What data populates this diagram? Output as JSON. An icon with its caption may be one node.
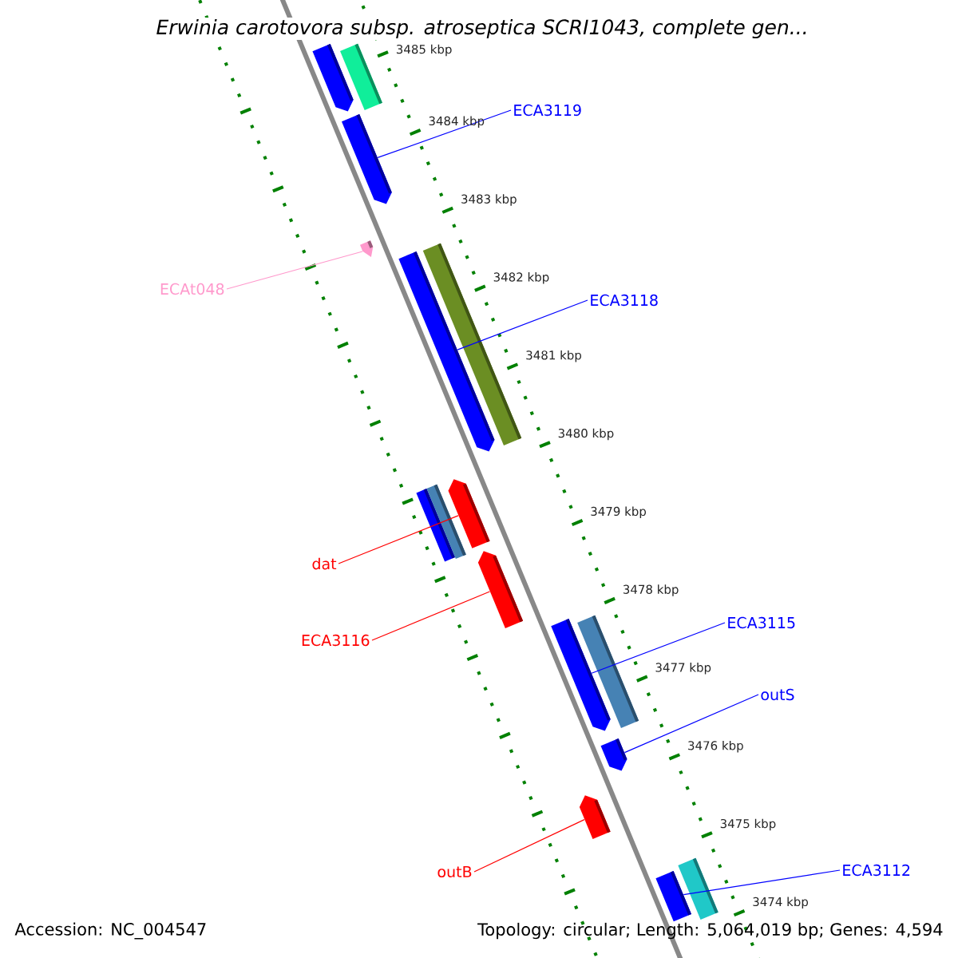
{
  "diagram": {
    "title": "Erwinia carotovora subsp. atroseptica SCRI1043, complete gen...",
    "nodes": [
      {
        "text": [
          "ECA3119"
        ]
      },
      {
        "text": [
          "ECAt048"
        ]
      },
      {
        "text": [
          "ECA3118"
        ]
      },
      {
        "text": [
          "dat"
        ]
      },
      {
        "text": [
          "ECA3116"
        ]
      },
      {
        "text": [
          "ECA3115"
        ]
      },
      {
        "text": [
          "outS"
        ]
      },
      {
        "text": [
          "outB"
        ]
      },
      {
        "text": [
          "ECA3112"
        ]
      },
      {
        "text": [],
        "shape": "arrow"
      },
      {
        "text": [],
        "shape": "bar"
      },
      {
        "text": [],
        "shape": "arrow"
      },
      {
        "text": [],
        "shape": "arrow"
      },
      {
        "text": [],
        "shape": "arrow"
      },
      {
        "text": [],
        "shape": "bar"
      },
      {
        "text": [],
        "shape": "bar"
      },
      {
        "text": [],
        "shape": "bar"
      },
      {
        "text": [],
        "shape": "arrow"
      },
      {
        "text": [],
        "shape": "arrow"
      },
      {
        "text": [],
        "shape": "arrow"
      },
      {
        "text": [],
        "shape": "bar"
      },
      {
        "text": [],
        "shape": "arrow"
      },
      {
        "text": [],
        "shape": "arrow"
      },
      {
        "text": [],
        "shape": "bar"
      },
      {
        "text": [],
        "shape": "bar"
      }
    ],
    "edges": [
      {
        "from": 0,
        "to": 11,
        "arrow": "none"
      },
      {
        "from": 1,
        "to": 12,
        "arrow": "none",
        "color": "#ff99cc"
      },
      {
        "from": 2,
        "to": 13,
        "arrow": "none"
      },
      {
        "from": 3,
        "to": 17,
        "arrow": "none",
        "color": "#ff0000"
      },
      {
        "from": 4,
        "to": 18,
        "arrow": "none",
        "color": "#ff0000"
      },
      {
        "from": 5,
        "to": 19,
        "arrow": "none"
      },
      {
        "from": 6,
        "to": 21,
        "arrow": "none"
      },
      {
        "from": 7,
        "to": 22,
        "arrow": "none",
        "color": "#ff0000"
      },
      {
        "from": 8,
        "to": 23,
        "arrow": "none"
      }
    ],
    "labels": [
      "3485 kbp",
      "3484 kbp",
      "3483 kbp",
      "3482 kbp",
      "3481 kbp",
      "3480 kbp",
      "3479 kbp",
      "3478 kbp",
      "3477 kbp",
      "3476 kbp",
      "3475 kbp",
      "3474 kbp",
      "Accession: NC_004547",
      "Topology: circular; Length: 5,064,019 bp; Genes: 4,594"
    ]
  }
}
